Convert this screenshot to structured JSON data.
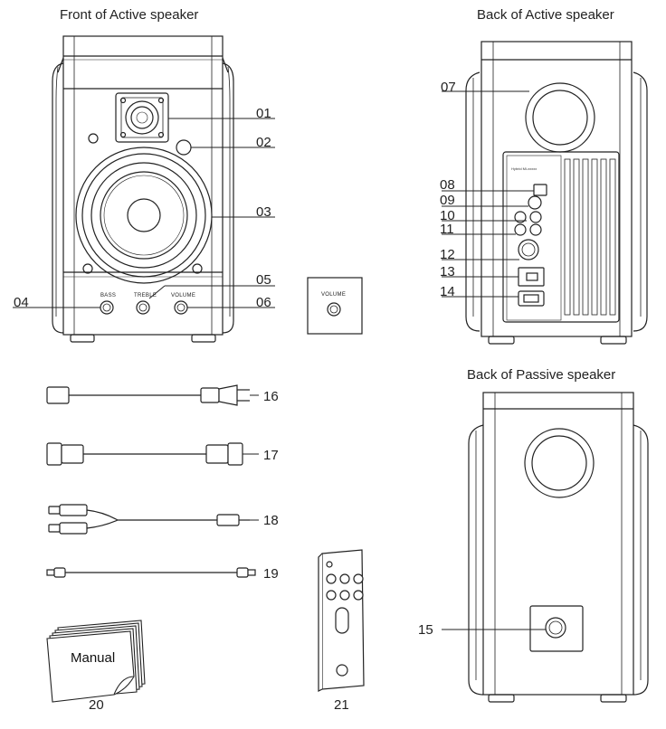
{
  "titles": {
    "front_active": "Front of Active speaker",
    "back_active": "Back of Active speaker",
    "back_passive": "Back of Passive speaker"
  },
  "knob_labels": {
    "bass": "BASS",
    "treble": "TREBLE",
    "volume": "VOLUME",
    "remote_volume": "VOLUME"
  },
  "callouts": [
    "01",
    "02",
    "03",
    "04",
    "05",
    "06",
    "07",
    "08",
    "09",
    "10",
    "11",
    "12",
    "13",
    "14",
    "15",
    "16",
    "17",
    "18",
    "19",
    "20",
    "21"
  ],
  "manual_label": "Manual"
}
